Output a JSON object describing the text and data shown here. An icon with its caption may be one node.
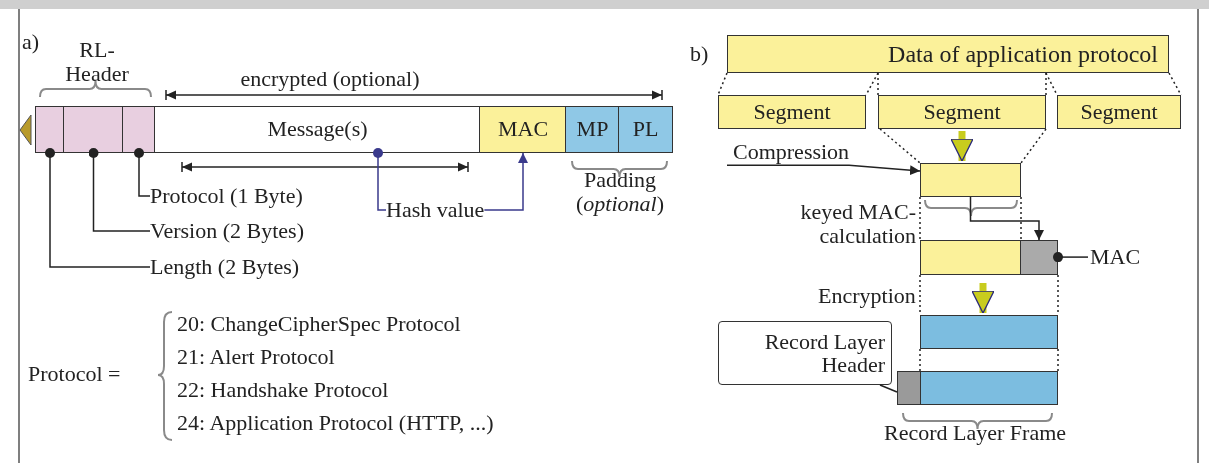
{
  "diagram": {
    "nodes": [
      {
        "text": [],
        "shape": "box"
      },
      {
        "text": [],
        "shape": "box"
      },
      {
        "text": [],
        "shape": "box"
      },
      {
        "text": [
          "Message(s)"
        ]
      },
      {
        "text": [
          "MAC"
        ]
      },
      {
        "text": [
          "MP"
        ]
      },
      {
        "text": [
          "PL"
        ]
      },
      {
        "text": [
          "Protocol (1 Byte)"
        ]
      },
      {
        "text": [
          "Version (2 Bytes)"
        ]
      },
      {
        "text": [
          "Length (2 Bytes)"
        ]
      },
      {
        "text": [
          "Hash value"
        ]
      },
      {
        "text": [
          "Data of application protocol"
        ]
      },
      {
        "text": [
          "Segment"
        ]
      },
      {
        "text": [
          "Segment"
        ]
      },
      {
        "text": [
          "Segment"
        ]
      },
      {
        "text": [],
        "shape": "box"
      },
      {
        "text": [],
        "shape": "box"
      },
      {
        "text": [],
        "shape": "box"
      },
      {
        "text": [],
        "shape": "box"
      },
      {
        "text": [],
        "shape": "box"
      },
      {
        "text": [],
        "shape": "box"
      },
      {
        "text": [
          "MAC"
        ]
      },
      {
        "text": [
          "Record Layer Header"
        ]
      },
      {
        "text": [
          "Compression"
        ]
      }
    ],
    "edges": [
      {
        "from": 7,
        "to": 2,
        "arrow": "other"
      },
      {
        "from": 8,
        "to": 1,
        "arrow": "other"
      },
      {
        "from": 9,
        "to": 0,
        "arrow": "other"
      },
      {
        "from": 10,
        "to": 3,
        "arrow": "other",
        "color": "#3a3a8c"
      },
      {
        "from": 10,
        "to": 4,
        "arrow": "to",
        "color": "#3a3a8c"
      },
      {
        "from": 11,
        "to": 12,
        "arrow": "none",
        "style": "dashed"
      },
      {
        "from": 11,
        "to": 12,
        "arrow": "none",
        "style": "dashed"
      },
      {
        "from": 11,
        "to": 13,
        "arrow": "none",
        "style": "dashed"
      },
      {
        "from": 11,
        "to": 13,
        "arrow": "none",
        "style": "dashed"
      },
      {
        "from": 11,
        "to": 14,
        "arrow": "none",
        "style": "dashed"
      },
      {
        "from": 11,
        "to": 14,
        "arrow": "none",
        "style": "dashed"
      },
      {
        "from": 13,
        "to": 15,
        "arrow": "none",
        "style": "dashed"
      },
      {
        "from": 13,
        "to": 15,
        "arrow": "none",
        "style": "dashed"
      },
      {
        "from": 13,
        "to": 15,
        "arrow": "to",
        "style": "thick",
        "color": "#c8cc1e"
      },
      {
        "from": 23,
        "to": 15,
        "arrow": "to"
      },
      {
        "from": 15,
        "to": 16,
        "arrow": "none",
        "style": "dashed"
      },
      {
        "from": 15,
        "to": 16,
        "arrow": "none",
        "style": "dashed"
      },
      {
        "from": 15,
        "to": 17,
        "arrow": "to"
      },
      {
        "from": 21,
        "to": 17,
        "arrow": "other"
      },
      {
        "from": 16,
        "to": 18,
        "arrow": "none",
        "style": "dashed"
      },
      {
        "from": 17,
        "to": 18,
        "arrow": "none",
        "style": "dashed"
      },
      {
        "from": 16,
        "to": 18,
        "arrow": "to",
        "style": "thick",
        "color": "#c8cc1e"
      },
      {
        "from": 18,
        "to": 20,
        "arrow": "none",
        "style": "dashed"
      },
      {
        "from": 18,
        "to": 20,
        "arrow": "none",
        "style": "dashed"
      },
      {
        "from": 22,
        "to": 19,
        "arrow": "none"
      }
    ],
    "labels": [
      "a)",
      "RL- Header",
      "encrypted (optional)",
      "Padding (*optional*)",
      "b)",
      "keyed MAC- calculation",
      "Encryption",
      "Record Layer Frame",
      "Protocol =",
      "20: ChangeCipherSpec Protocol",
      "21: Alert Protocol",
      "22: Handshake Protocol",
      "24: Application Protocol (HTTP, ...)"
    ]
  }
}
